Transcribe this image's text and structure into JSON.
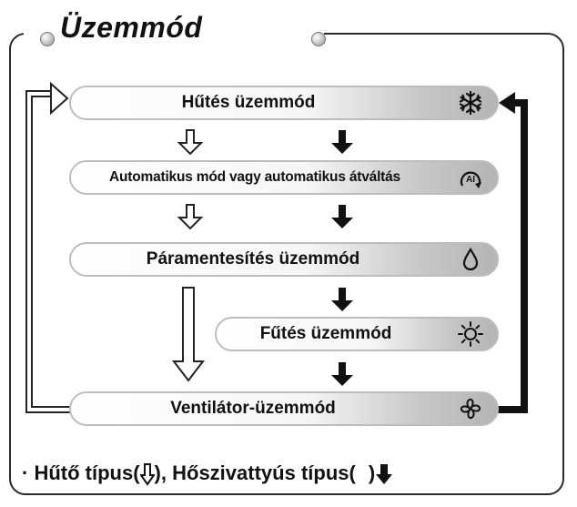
{
  "title": "Üzemmód",
  "modes": [
    {
      "label": "Hűtés üzemmód",
      "icon": "snowflake-icon"
    },
    {
      "label": "Automatikus mód vagy automatikus átváltás",
      "icon": "auto-changeover-icon",
      "icon_text": "AI"
    },
    {
      "label": "Páramentesítés üzemmód",
      "icon": "water-drop-icon"
    },
    {
      "label": "Fűtés üzemmód",
      "icon": "sun-icon"
    },
    {
      "label": "Ventilátor-üzemmód",
      "icon": "fan-icon"
    }
  ],
  "legend": {
    "bullet": "·",
    "cooling_type": "Hűtő típus(",
    "cooling_close": ")",
    "separator": ",",
    "heatpump_type": "Hőszivattyús típus(",
    "heatpump_close": ")"
  },
  "colors": {
    "outline_arrow": "#ffffff",
    "solid_arrow": "#111111",
    "pill_shade": "#b4b4b4"
  }
}
